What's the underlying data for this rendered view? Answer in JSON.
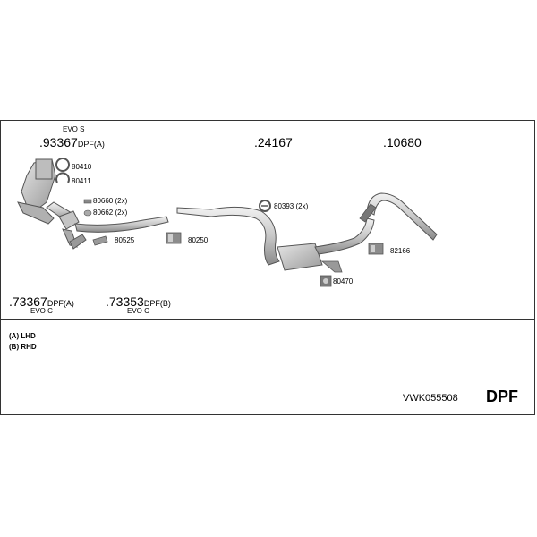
{
  "header_tag": "EVO S",
  "parts": {
    "cat_main": {
      "number": ".93367",
      "suffix": "DPF(A)"
    },
    "center": {
      "number": ".24167"
    },
    "rear": {
      "number": ".10680"
    },
    "alt_a": {
      "number": ".73367",
      "suffix": "DPF(A)",
      "variant": "EVO C"
    },
    "alt_b": {
      "number": ".73353",
      "suffix": "DPF(B)",
      "variant": "EVO C"
    }
  },
  "fittings": {
    "f80410": "80410",
    "f80411": "80411",
    "f80660": "80660 (2x)",
    "f80662": "80662 (2x)",
    "f80525": "80525",
    "f80250": "80250",
    "f80393": "80393 (2x)",
    "f80470": "80470",
    "f82166": "82166"
  },
  "legend": {
    "a": "(A) LHD",
    "b": "(B) RHD"
  },
  "footer": {
    "code": "VWK055508",
    "type": "DPF"
  },
  "colors": {
    "line": "#333333",
    "part_fill": "#cfcfcf",
    "part_stroke": "#555555"
  }
}
